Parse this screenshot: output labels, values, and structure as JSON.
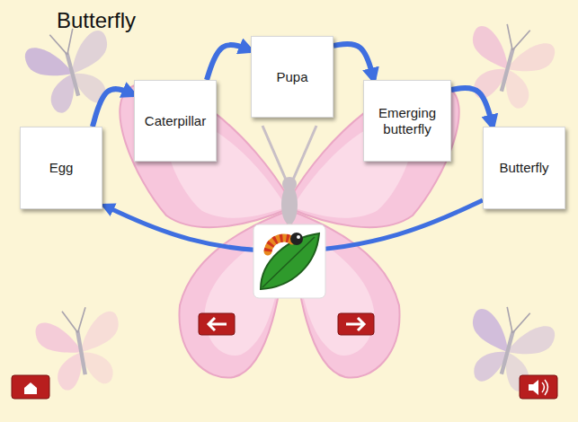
{
  "diagram": {
    "title": "Butterfly",
    "nodes": [
      {
        "text": [
          "Egg"
        ]
      },
      {
        "text": [
          "Caterpillar"
        ]
      },
      {
        "text": [
          "Pupa"
        ]
      },
      {
        "text": [
          "Emerging butterfly"
        ]
      },
      {
        "text": [
          "Butterfly"
        ]
      }
    ],
    "edges": [
      {
        "from": 0,
        "to": 1,
        "arrow": "to"
      },
      {
        "from": 1,
        "to": 2,
        "arrow": "to"
      },
      {
        "from": 2,
        "to": 3,
        "arrow": "to"
      },
      {
        "from": 3,
        "to": 4,
        "arrow": "to"
      },
      {
        "from": 4,
        "to": 0,
        "arrow": "to"
      }
    ]
  }
}
